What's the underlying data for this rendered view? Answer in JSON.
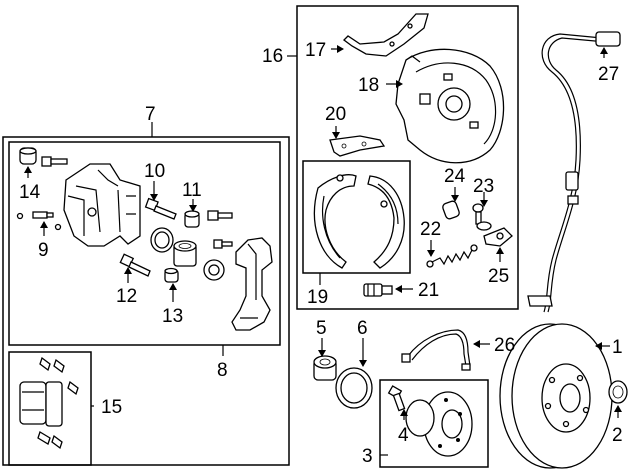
{
  "diagram": {
    "title": "Rear brake components exploded view",
    "callouts": [
      {
        "id": "c1",
        "text": "1"
      },
      {
        "id": "c2",
        "text": "2"
      },
      {
        "id": "c3",
        "text": "3"
      },
      {
        "id": "c4",
        "text": "4"
      },
      {
        "id": "c5",
        "text": "5"
      },
      {
        "id": "c6",
        "text": "6"
      },
      {
        "id": "c7",
        "text": "7"
      },
      {
        "id": "c8",
        "text": "8"
      },
      {
        "id": "c9",
        "text": "9"
      },
      {
        "id": "c10",
        "text": "10"
      },
      {
        "id": "c11",
        "text": "11"
      },
      {
        "id": "c12",
        "text": "12"
      },
      {
        "id": "c13",
        "text": "13"
      },
      {
        "id": "c14",
        "text": "14"
      },
      {
        "id": "c15",
        "text": "15"
      },
      {
        "id": "c16",
        "text": "16"
      },
      {
        "id": "c17",
        "text": "17"
      },
      {
        "id": "c18",
        "text": "18"
      },
      {
        "id": "c19",
        "text": "19"
      },
      {
        "id": "c20",
        "text": "20"
      },
      {
        "id": "c21",
        "text": "21"
      },
      {
        "id": "c22",
        "text": "22"
      },
      {
        "id": "c23",
        "text": "23"
      },
      {
        "id": "c24",
        "text": "24"
      },
      {
        "id": "c25",
        "text": "25"
      },
      {
        "id": "c26",
        "text": "26"
      },
      {
        "id": "c27",
        "text": "27"
      }
    ]
  }
}
